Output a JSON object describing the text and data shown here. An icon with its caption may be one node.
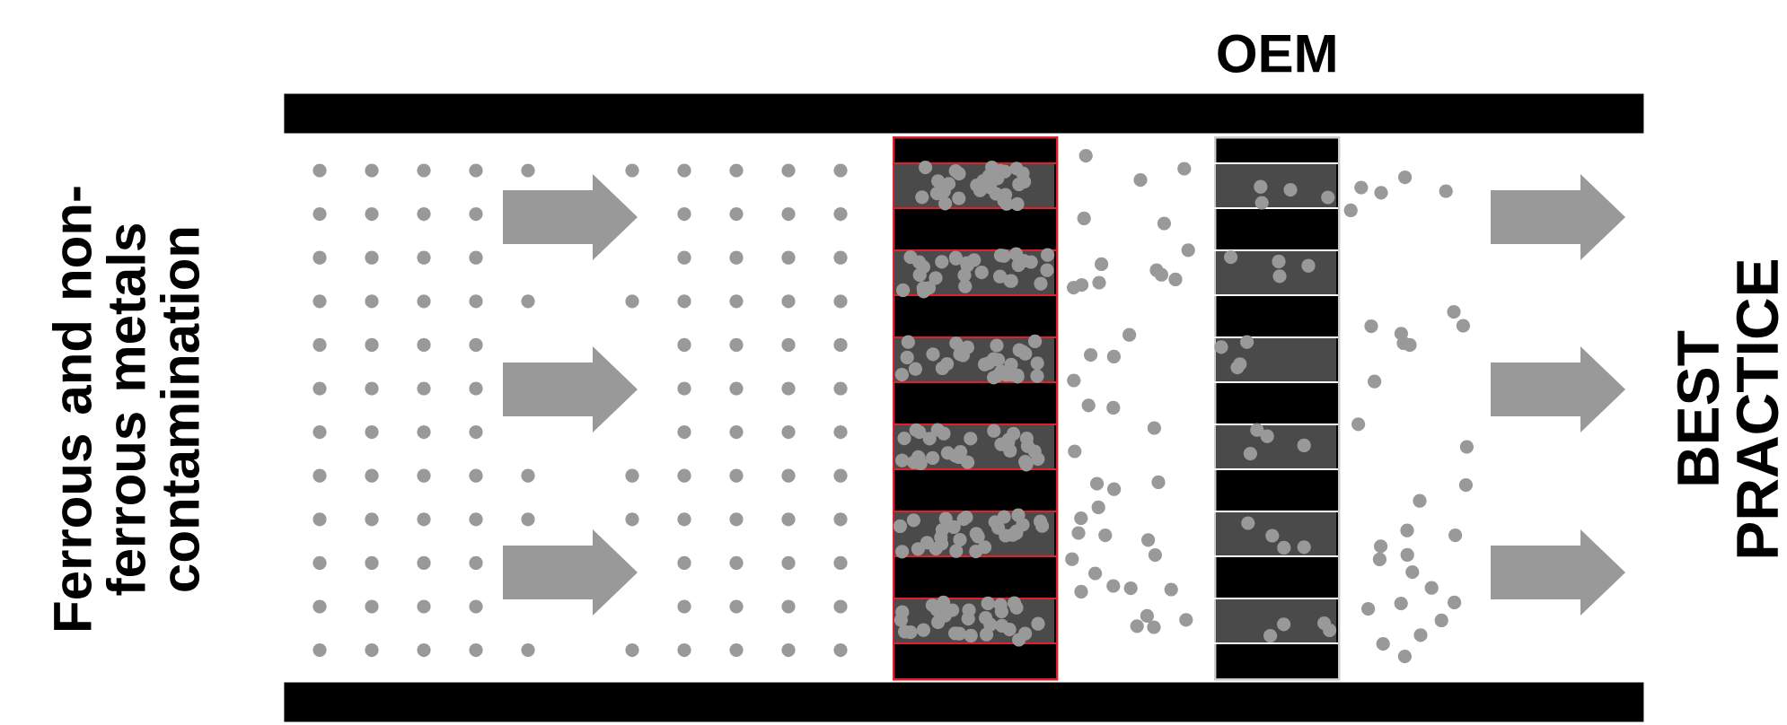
{
  "diagram": {
    "nodes": [
      {
        "text": [],
        "shape": "bar"
      },
      {
        "text": [],
        "shape": "box"
      },
      {
        "text": [
          "OEM"
        ]
      },
      {
        "text": [],
        "shape": "bar"
      }
    ],
    "labels": [
      "Ferrous and non-ferrous metals contamination",
      "BEST PRACTICE"
    ]
  }
}
